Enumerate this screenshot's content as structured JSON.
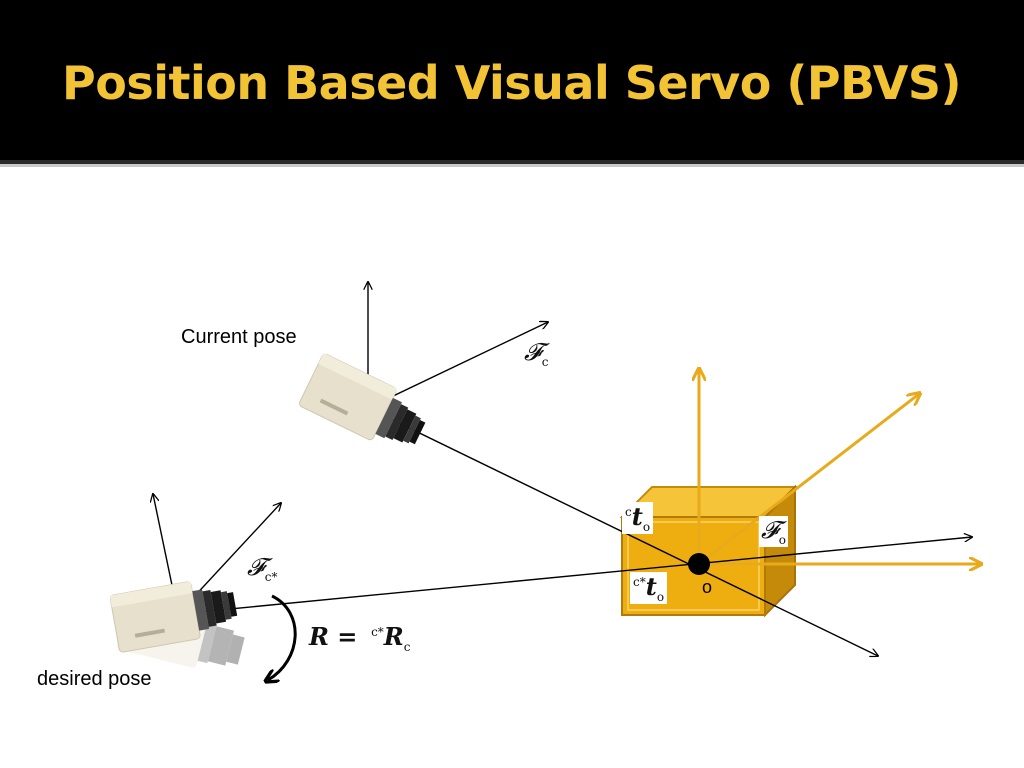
{
  "slide": {
    "title": "Position Based Visual Servo (PBVS)"
  },
  "labels": {
    "current_pose": "Current pose",
    "desired_pose": "desired pose",
    "object_origin": "o"
  },
  "math": {
    "frame_camera": {
      "sym": "𝓕",
      "sub": "c"
    },
    "frame_camera_desired": {
      "sym": "𝓕",
      "sub": "c*"
    },
    "frame_object": {
      "sym": "𝓕",
      "sub": "o"
    },
    "translation_current": {
      "pre": "c",
      "sym": "t",
      "sub": "o"
    },
    "translation_desired": {
      "pre": "c*",
      "sym": "t",
      "sub": "o"
    },
    "rotation": {
      "lhs": "R =",
      "pre": "c*",
      "sym": "R",
      "sub": "c"
    }
  },
  "colors": {
    "title": "#f2c335",
    "header": "#000000",
    "object_box": "#efae10",
    "object_box_dark": "#c68a0b",
    "object_axes": "#e8aa1a"
  },
  "icons": [
    "camera-icon"
  ]
}
